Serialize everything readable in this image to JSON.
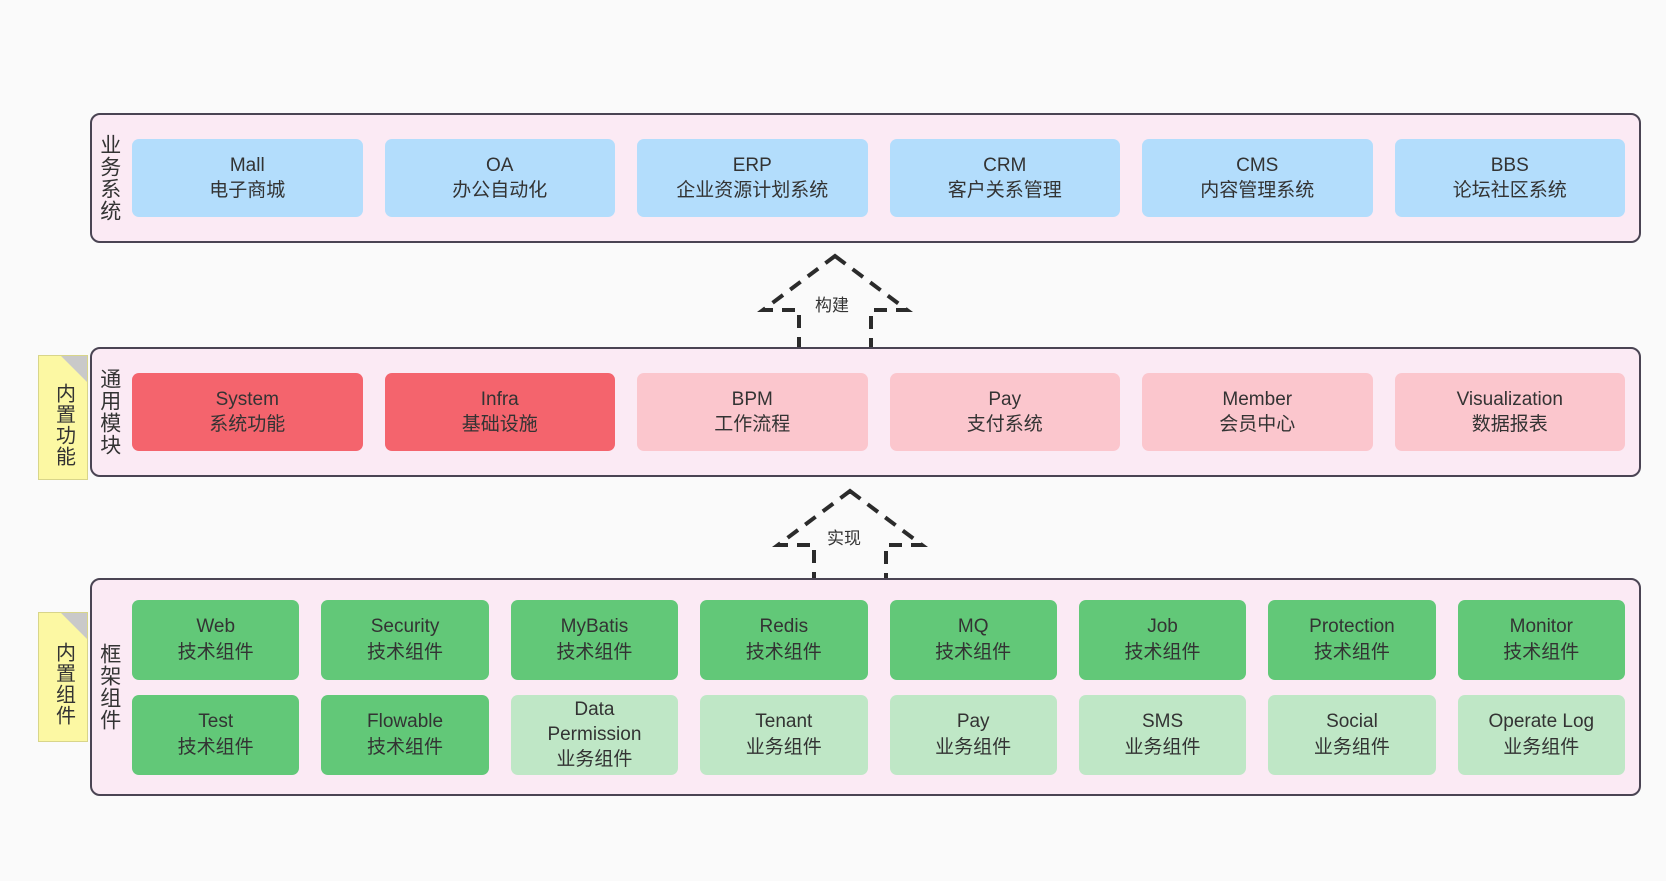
{
  "diagram": {
    "background": "#fafafa",
    "layer_border_color": "#4a4453",
    "layer_fill_color": "#fbeaf4",
    "note_fill_color": "#fcf8a3"
  },
  "layers": {
    "business": {
      "label": "业务系统",
      "card_color": "#b3ddfc",
      "cards": [
        {
          "en": "Mall",
          "cn": "电子商城"
        },
        {
          "en": "OA",
          "cn": "办公自动化"
        },
        {
          "en": "ERP",
          "cn": "企业资源计划系统"
        },
        {
          "en": "CRM",
          "cn": "客户关系管理"
        },
        {
          "en": "CMS",
          "cn": "内容管理系统"
        },
        {
          "en": "BBS",
          "cn": "论坛社区系统"
        }
      ]
    },
    "common": {
      "label": "通用模块",
      "note": "内置功能",
      "card_color_strong": "#f4646d",
      "card_color_light": "#fbc6cd",
      "cards": [
        {
          "en": "System",
          "cn": "系统功能"
        },
        {
          "en": "Infra",
          "cn": "基础设施"
        },
        {
          "en": "BPM",
          "cn": "工作流程"
        },
        {
          "en": "Pay",
          "cn": "支付系统"
        },
        {
          "en": "Member",
          "cn": "会员中心"
        },
        {
          "en": "Visualization",
          "cn": "数据报表"
        }
      ]
    },
    "framework": {
      "label": "框架组件",
      "note": "内置组件",
      "card_color_strong": "#62c878",
      "card_color_light": "#bfe7c6",
      "row1": [
        {
          "en": "Web",
          "cn": "技术组件"
        },
        {
          "en": "Security",
          "cn": "技术组件"
        },
        {
          "en": "MyBatis",
          "cn": "技术组件"
        },
        {
          "en": "Redis",
          "cn": "技术组件"
        },
        {
          "en": "MQ",
          "cn": "技术组件"
        },
        {
          "en": "Job",
          "cn": "技术组件"
        },
        {
          "en": "Protection",
          "cn": "技术组件"
        },
        {
          "en": "Monitor",
          "cn": "技术组件"
        }
      ],
      "row2": [
        {
          "en": "Test",
          "cn": "技术组件"
        },
        {
          "en": "Flowable",
          "cn": "技术组件"
        },
        {
          "en": "Data Permission",
          "cn": "业务组件"
        },
        {
          "en": "Tenant",
          "cn": "业务组件"
        },
        {
          "en": "Pay",
          "cn": "业务组件"
        },
        {
          "en": "SMS",
          "cn": "业务组件"
        },
        {
          "en": "Social",
          "cn": "业务组件"
        },
        {
          "en": "Operate Log",
          "cn": "业务组件"
        }
      ]
    }
  },
  "arrows": {
    "build": {
      "label": "构建",
      "style": "dashed-generalization"
    },
    "implement": {
      "label": "实现",
      "style": "dashed-generalization"
    }
  }
}
